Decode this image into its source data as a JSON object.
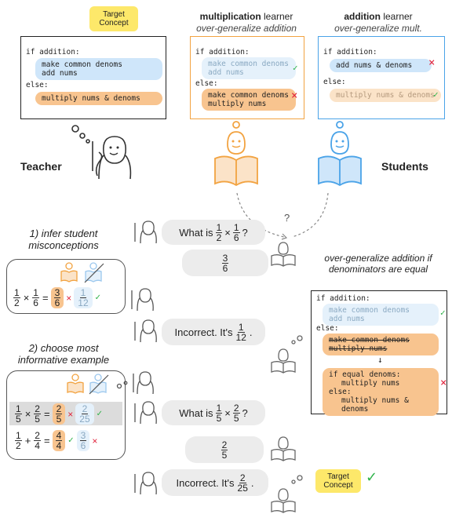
{
  "top": {
    "target_note": "Target Concept",
    "mult_header_bold": "multiplication",
    "mult_header_rest": " learner",
    "mult_sub": "over-generalize addition",
    "add_header_bold": "addition",
    "add_header_rest": " learner",
    "add_sub": "over-generalize mult."
  },
  "teacher_code": {
    "if": "if addition:",
    "line1": "make common denoms",
    "line2": "add nums",
    "else": "else:",
    "line3": "multiply nums & denoms"
  },
  "mult_code": {
    "if": "if addition:",
    "line1": "make common denoms",
    "line2": "add nums",
    "else": "else:",
    "line3": "make common denoms",
    "line4": "multiply nums"
  },
  "add_code": {
    "if": "if addition:",
    "line1": "add nums & denoms",
    "else": "else:",
    "line2": "multiply nums & denoms"
  },
  "labels": {
    "teacher": "Teacher",
    "students": "Students",
    "question_mark": "?",
    "step1": "1) infer student misconceptions",
    "step2": "2) choose most informative example"
  },
  "dialog": {
    "q1_pre": "What is",
    "q1_end": "?",
    "incorrect": "Incorrect. It's",
    "q2_pre": "What is",
    "q2_end": "?"
  },
  "fractions": {
    "one": "1",
    "two": "2",
    "three": "3",
    "four": "4",
    "five": "5",
    "six": "6",
    "twelve": "12",
    "twentyfive": "25"
  },
  "ops": {
    "times": "×",
    "plus": "+",
    "equals": "=",
    "period": "."
  },
  "marks": {
    "check": "✓",
    "cross": "×"
  },
  "right_panel": {
    "title": "over-generalize addition if denominators are equal",
    "if": "if addition:",
    "line1": "make common denoms",
    "line2": "add nums",
    "else": "else:",
    "struck1": "make common denoms",
    "struck2": "multiply nums",
    "arrow": "↓",
    "new_if": "if equal denoms:",
    "new_l1": "multiply nums",
    "new_else": "else:",
    "new_l2": "multiply nums & denoms"
  },
  "final_note": "Target Concept",
  "colors": {
    "blue": "#4aa3e8",
    "orange": "#f2a341",
    "green": "#2fb34a",
    "red": "#e0213a"
  }
}
